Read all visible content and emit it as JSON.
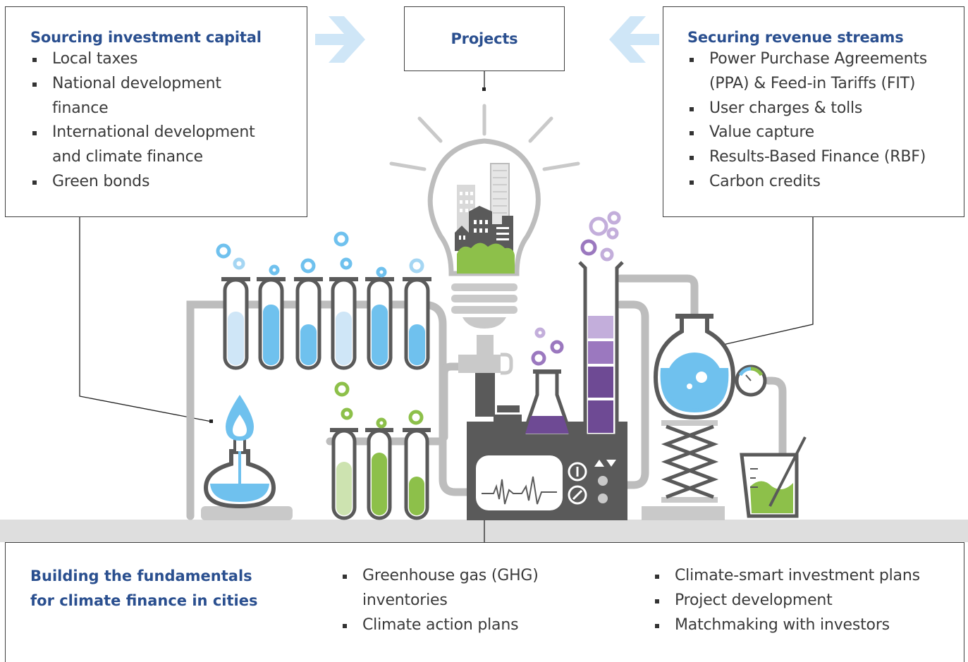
{
  "sourcing": {
    "title": "Sourcing investment capital",
    "items": [
      "Local taxes",
      "National development finance",
      "International development and climate finance",
      "Green bonds"
    ]
  },
  "projects": {
    "title": "Projects"
  },
  "revenue": {
    "title": "Securing revenue streams",
    "items": [
      "Power Purchase Agreements (PPA) & Feed-in Tariffs (FIT)",
      "User charges & tolls",
      "Value capture",
      "Results-Based Finance (RBF)",
      "Carbon credits"
    ]
  },
  "fundamentals": {
    "title": "Building the fundamentals for climate finance in cities",
    "col2": [
      "Greenhouse gas (GHG) inventories",
      "Climate action plans"
    ],
    "col3": [
      "Climate-smart investment plans",
      "Project development",
      "Matchmaking with investors"
    ]
  },
  "colors": {
    "title_blue": "#2a4f8f",
    "arrow_blue": "#cfe6f7",
    "liquid_blue": "#6fc1ee",
    "liquid_green": "#8dc04a",
    "liquid_purple": "#6e4a94",
    "equipment_gray": "#5a5a5a",
    "pipe_gray": "#bdbdbd",
    "bench_gray": "#dedede"
  },
  "icons": [
    "right-arrow-icon",
    "left-arrow-icon",
    "light-bulb-icon",
    "bunsen-burner-icon",
    "test-tube-icon",
    "erlenmeyer-flask-icon",
    "graduated-cylinder-icon",
    "round-bottom-flask-icon",
    "pressure-gauge-icon",
    "beaker-icon",
    "monitor-machine-icon"
  ]
}
